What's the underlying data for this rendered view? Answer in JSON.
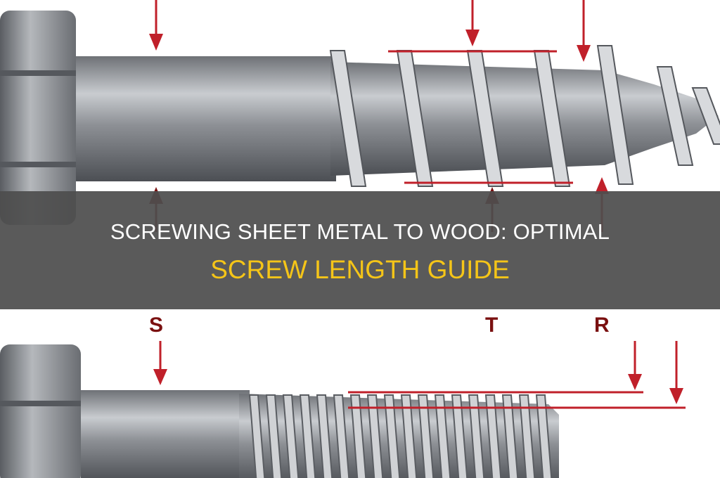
{
  "title": {
    "line1": "SCREWING SHEET METAL TO WOOD: OPTIMAL",
    "line2": "SCREW LENGTH GUIDE"
  },
  "diagram": {
    "labels": [
      "S",
      "T",
      "R"
    ]
  },
  "colors": {
    "band": "#4e4e4e",
    "title_line1": "#ffffff",
    "title_line2": "#f5c518",
    "annotation": "#c0202a",
    "screw_metal": "#8a8d92"
  }
}
